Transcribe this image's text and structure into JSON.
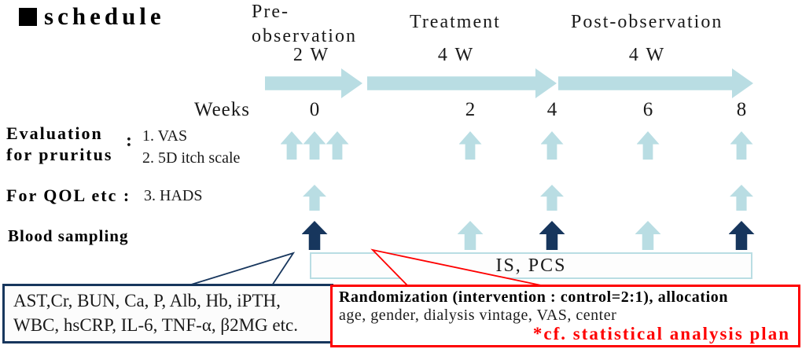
{
  "colors": {
    "light_blue": "#b9dde3",
    "navy": "#17365d",
    "accent_red": "#fe0000",
    "text": "#1a1a1a"
  },
  "title": {
    "bullet": "filled-square",
    "text": "schedule"
  },
  "timeline": {
    "phases": [
      {
        "label_lines": [
          "Pre-",
          "observation"
        ],
        "duration": "2 W"
      },
      {
        "label_lines": [
          "Treatment"
        ],
        "duration": "4 W"
      },
      {
        "label_lines": [
          "Post-observation"
        ],
        "duration": "4 W"
      }
    ],
    "weeks_label": "Weeks",
    "weeks": [
      "0",
      "2",
      "4",
      "6",
      "8"
    ]
  },
  "rows": [
    {
      "key": "evaluation-for-pruritus",
      "label_lines": [
        "Evaluation",
        "for pruritus"
      ],
      "separator": ":",
      "items": [
        "1. VAS",
        "2. 5D itch scale"
      ],
      "arrows": [
        {
          "week": "0",
          "count": 3,
          "color": "light"
        },
        {
          "week": "2",
          "count": 1,
          "color": "light"
        },
        {
          "week": "4",
          "count": 1,
          "color": "light"
        },
        {
          "week": "6",
          "count": 1,
          "color": "light"
        },
        {
          "week": "8",
          "count": 1,
          "color": "light"
        }
      ]
    },
    {
      "key": "for-qol",
      "label": "For QOL etc :",
      "items": [
        "3. HADS"
      ],
      "arrows": [
        {
          "week": "0",
          "count": 1,
          "color": "light"
        },
        {
          "week": "4",
          "count": 1,
          "color": "light"
        },
        {
          "week": "8",
          "count": 1,
          "color": "light"
        }
      ]
    },
    {
      "key": "blood-sampling",
      "label": "Blood sampling",
      "items": [],
      "arrows": [
        {
          "week": "0",
          "count": 1,
          "color": "navy"
        },
        {
          "week": "2",
          "count": 1,
          "color": "light"
        },
        {
          "week": "4",
          "count": 1,
          "color": "navy"
        },
        {
          "week": "6",
          "count": 1,
          "color": "light"
        },
        {
          "week": "8",
          "count": 1,
          "color": "navy"
        }
      ]
    }
  ],
  "is_pcs_box": {
    "label": "IS, PCS"
  },
  "lab_box": {
    "lines": [
      "AST,Cr, BUN, Ca, P, Alb, Hb, iPTH,",
      "WBC, hsCRP, IL-6, TNF-α, β2MG etc."
    ]
  },
  "randomization_box": {
    "line1": "Randomization (intervention : control=2:1), allocation",
    "line2": "age, gender, dialysis vintage, VAS, center",
    "line3": "*cf. statistical analysis plan"
  }
}
